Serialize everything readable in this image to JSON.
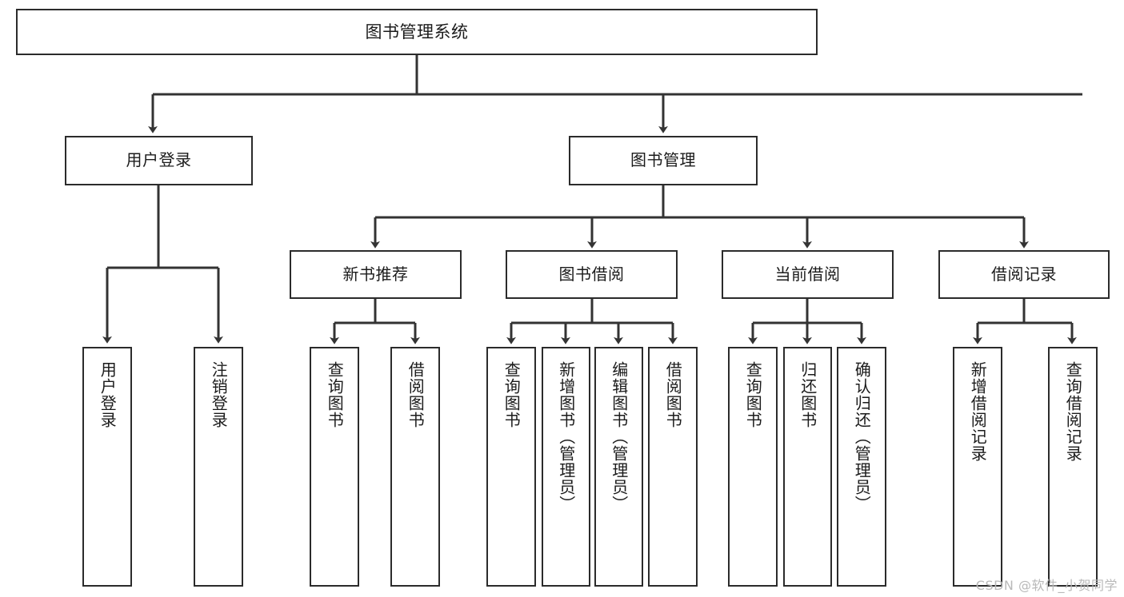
{
  "diagram": {
    "title": "图书管理系统",
    "type": "tree-hierarchy",
    "colors": {
      "box_border": "#2b2b2b",
      "box_fill": "#ffffff",
      "connector": "#333333",
      "text": "#1b1b1b",
      "watermark": "#b9b9b9",
      "background": "#ffffff"
    }
  },
  "root": {
    "label": "图书管理系统"
  },
  "level2": [
    {
      "label": "用户登录"
    },
    {
      "label": "图书管理"
    }
  ],
  "level3": [
    {
      "label": "新书推荐"
    },
    {
      "label": "图书借阅"
    },
    {
      "label": "当前借阅"
    },
    {
      "label": "借阅记录"
    }
  ],
  "leaves": {
    "user_login": [
      {
        "label": "用户登录"
      },
      {
        "label": "注销登录"
      }
    ],
    "new_book": [
      {
        "label": "查询图书"
      },
      {
        "label": "借阅图书"
      }
    ],
    "book_borrow": [
      {
        "label": "查询图书"
      },
      {
        "label": "新增图书（管理员）"
      },
      {
        "label": "编辑图书（管理员）"
      },
      {
        "label": "借阅图书"
      }
    ],
    "current_borrow": [
      {
        "label": "查询图书"
      },
      {
        "label": "归还图书"
      },
      {
        "label": "确认归还（管理员）"
      }
    ],
    "borrow_record": [
      {
        "label": "新增借阅记录"
      },
      {
        "label": "查询借阅记录"
      }
    ]
  },
  "watermark": {
    "text": "CSDN @软件_小贺同学"
  }
}
